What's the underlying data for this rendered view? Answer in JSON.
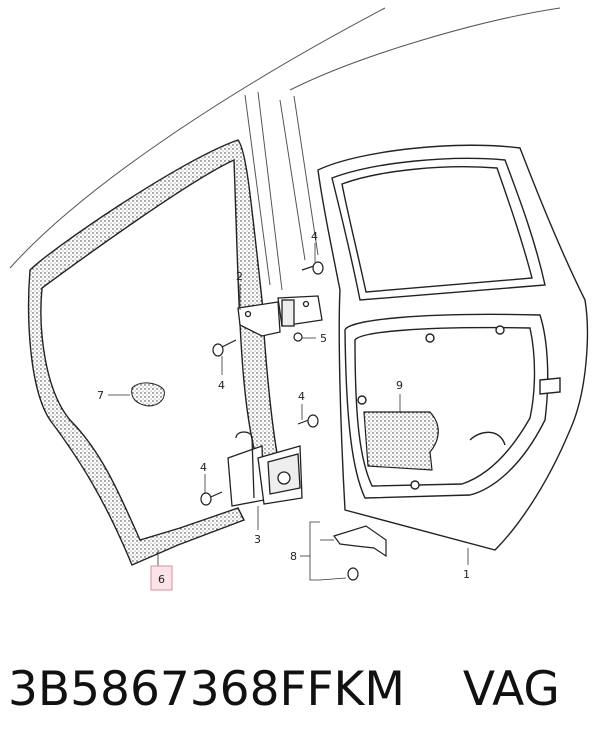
{
  "diagram": {
    "callouts": {
      "c1": "1",
      "c2": "2",
      "c3": "3",
      "c4a": "4",
      "c4b": "4",
      "c4c": "4",
      "c4d": "4",
      "c5": "5",
      "c6": "6",
      "c7": "7",
      "c8": "8",
      "c9": "9"
    },
    "highlight_color": "#fbe3e8"
  },
  "footer": {
    "part_number": "3B5867368FFKM",
    "brand": "VAG"
  }
}
